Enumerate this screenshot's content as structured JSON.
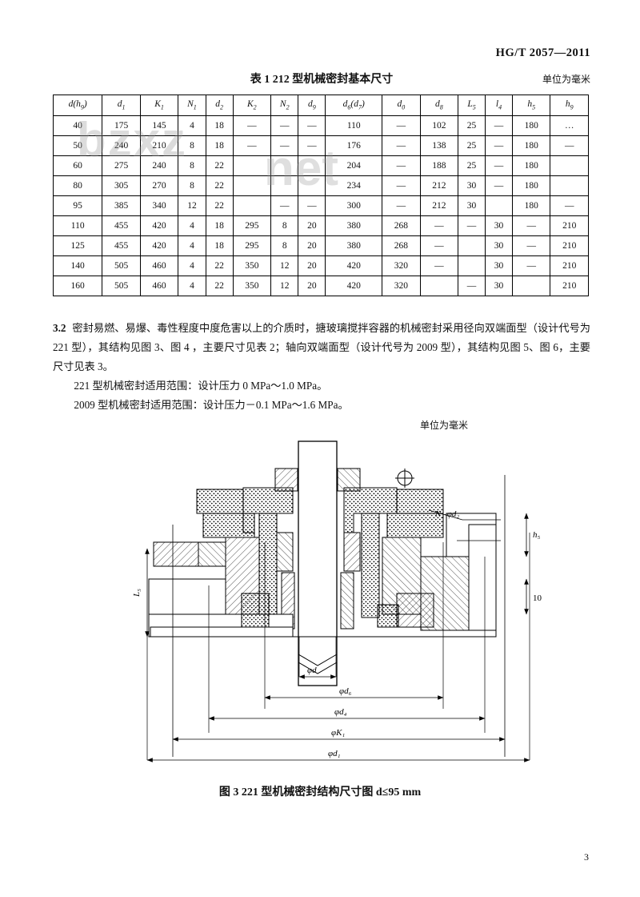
{
  "header": {
    "standard_code": "HG/T 2057—2011"
  },
  "page_number": "3",
  "watermark": {
    "text_left": "bzxz",
    "text_right": "net"
  },
  "table1": {
    "title": "表 1   212 型机械密封基本尺寸",
    "unit_note": "单位为毫米",
    "columns": [
      "d(h9)",
      "d1",
      "K1",
      "N1",
      "d2",
      "K2",
      "N2",
      "d9",
      "d6(d7)",
      "d0",
      "d8",
      "L5",
      "l4",
      "h5",
      "h9"
    ],
    "rows": [
      [
        "40",
        "175",
        "145",
        "4",
        "18",
        "—",
        "—",
        "—",
        "110",
        "—",
        "102",
        "25",
        "—",
        "180",
        "…"
      ],
      [
        "50",
        "240",
        "210",
        "8",
        "18",
        "—",
        "—",
        "—",
        "176",
        "—",
        "138",
        "25",
        "—",
        "180",
        "—"
      ],
      [
        "60",
        "275",
        "240",
        "8",
        "22",
        "",
        "",
        "",
        "204",
        "—",
        "188",
        "25",
        "—",
        "180",
        ""
      ],
      [
        "80",
        "305",
        "270",
        "8",
        "22",
        "",
        "",
        "",
        "234",
        "—",
        "212",
        "30",
        "—",
        "180",
        ""
      ],
      [
        "95",
        "385",
        "340",
        "12",
        "22",
        "",
        "—",
        "—",
        "300",
        "—",
        "212",
        "30",
        "",
        "180",
        "—"
      ],
      [
        "110",
        "455",
        "420",
        "4",
        "18",
        "295",
        "8",
        "20",
        "380",
        "268",
        "—",
        "—",
        "30",
        "—",
        "210"
      ],
      [
        "125",
        "455",
        "420",
        "4",
        "18",
        "295",
        "8",
        "20",
        "380",
        "268",
        "—",
        "",
        "30",
        "—",
        "210"
      ],
      [
        "140",
        "505",
        "460",
        "4",
        "22",
        "350",
        "12",
        "20",
        "420",
        "320",
        "—",
        "",
        "30",
        "—",
        "210"
      ],
      [
        "160",
        "505",
        "460",
        "4",
        "22",
        "350",
        "12",
        "20",
        "420",
        "320",
        "",
        "—",
        "30",
        "",
        "210"
      ]
    ]
  },
  "clause": {
    "number": "3.2",
    "text": "密封易燃、易爆、毒性程度中度危害以上的介质时，搪玻璃搅拌容器的机械密封采用径向双端面型（设计代号为 221 型），其结构见图 3、图 4 ，主要尺寸见表 2；轴向双端面型（设计代号为 2009 型），其结构见图 5、图 6，主要尺寸见表 3。",
    "para1": "221 型机械密封适用范围：设计压力 0 MPa～1.0 MPa。",
    "para2": "2009 型机械密封适用范围：设计压力－0.1 MPa～1.6 MPa。"
  },
  "figure3": {
    "unit_note": "单位为毫米",
    "caption": "图 3   221 型机械密封结构尺寸图 d≤95 mm",
    "labels": {
      "bolt_callout": "N1-φd2",
      "h5": "h5",
      "ten": "10",
      "L5": "L5",
      "dim_d": "φd",
      "dim_d6": "φd6",
      "dim_d4": "φd4",
      "dim_K1": "φK1",
      "dim_d1": "φd1"
    }
  }
}
